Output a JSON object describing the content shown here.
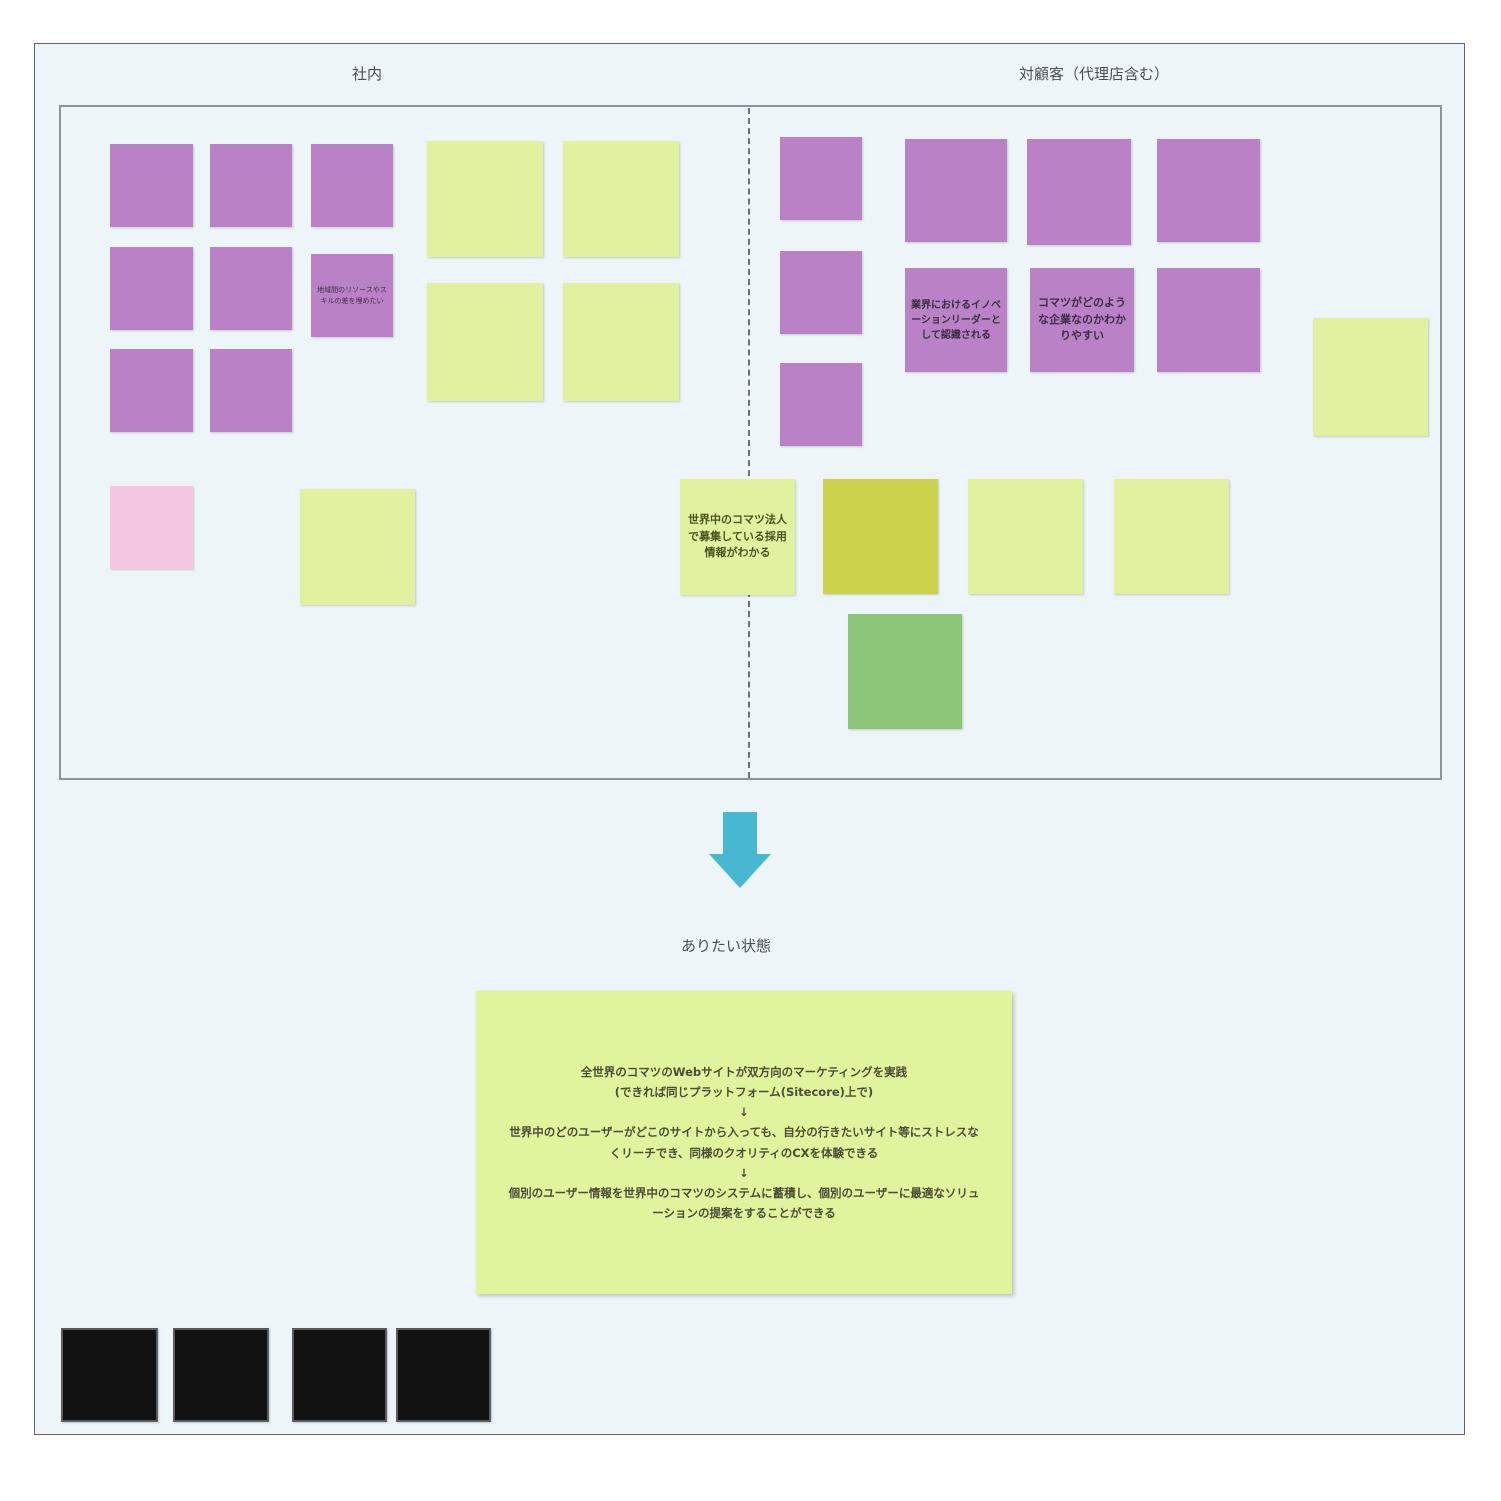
{
  "headings": {
    "internal": "社内",
    "customers": "対顧客（代理店含む）",
    "desired_state": "ありたい状態"
  },
  "notes": {
    "highlight_center": "世界中のコマツ法人で募集している採用情報がわかる",
    "right_big_1": "コマツがどのような企業なのかわかりやすい",
    "right_big_2": "業界におけるイノベーションリーダーとして認識される",
    "purple_l6": "地域間のリソースやスキルの差を埋めたい"
  },
  "goal": {
    "text": "全世界のコマツのWebサイトが双方向のマーケティングを実践\n(できれば同じプラットフォーム(Sitecore)上で)\n↓\n世界中のどのユーザーがどこのサイトから入っても、自分の行きたいサイト等にストレスなくリーチでき、同様のクオリティのCXを体験できる\n↓\n個別のユーザー情報を世界中のコマツのシステムに蓄積し、個別のユーザーに最適なソリューションの提案をすることができる"
  },
  "colors": {
    "purple": "#b982c6",
    "lime": "#e0f2a0",
    "pink": "#f3c7de",
    "olive": "#ccd24c",
    "green": "#8cc779",
    "arrow": "#47b8cf",
    "black": "#121212"
  }
}
